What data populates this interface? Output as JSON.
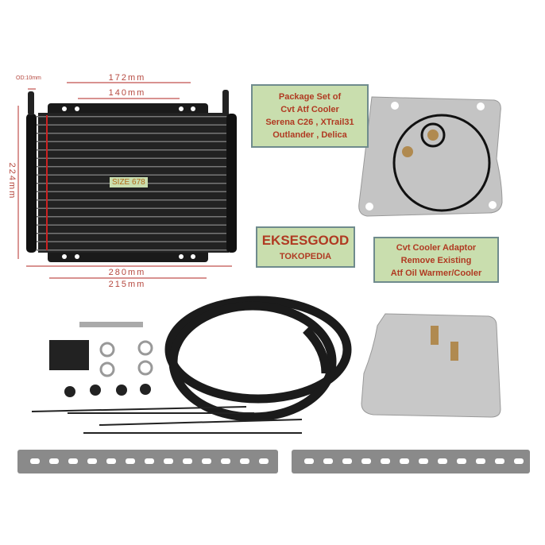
{
  "dimensions": {
    "od": "OD:10mm",
    "top_outer": "172mm",
    "top_inner": "140mm",
    "height": "224mm",
    "bottom_outer": "280mm",
    "bottom_inner": "215mm"
  },
  "size_label": "SIZE 678",
  "package_label": {
    "lines": [
      "Package Set of",
      "Cvt Atf Cooler",
      "Serena C26 , XTrail31",
      "Outlander , Delica"
    ]
  },
  "brand_label": {
    "name": "EKSESGOOD",
    "store": "TOKOPEDIA"
  },
  "adaptor_label": {
    "lines": [
      "Cvt Cooler Adaptor",
      "Remove Existing",
      "Atf Oil Warmer/Cooler"
    ]
  },
  "colors": {
    "label_bg": "#c9deae",
    "label_border": "#6f8b8d",
    "label_text": "#b03a22",
    "dimension_text": "#b5473e"
  }
}
